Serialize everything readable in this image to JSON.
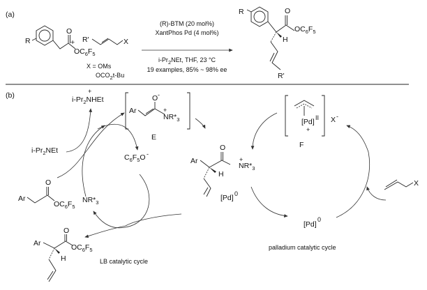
{
  "part_a": {
    "label": "(a)",
    "reactant1": {
      "substituent": "R",
      "carbonyl_o": "O",
      "ester": "OC6F5"
    },
    "plus": "+",
    "reactant2": {
      "substituent": "R'",
      "leaving_group": "X",
      "x_def": "X = OMs",
      "x_alt": "OCO2t-Bu"
    },
    "conditions": {
      "catalyst1": "(R)-BTM (20 mol%)",
      "catalyst2": "XantPhos Pd (4 mol%)",
      "base_solvent": "i-Pr2NEt, THF, 23 °C",
      "scope": "19 examples, 85% ~ 98% ee"
    },
    "product": {
      "substituent": "R",
      "carbonyl_o": "O",
      "ester": "OC6F5",
      "h": "H",
      "alkene_sub": "R'"
    }
  },
  "part_b": {
    "label": "(b)",
    "ammonium_salt": "i-Pr2NHEt",
    "ammonium_charge": "+",
    "base": "i-Pr2NEt",
    "enolate": {
      "ar": "Ar",
      "o": "O",
      "o_charge": "-",
      "n": "NR*3",
      "n_charge": "+",
      "label": "E"
    },
    "phenoxide": "C6F5O",
    "phenoxide_charge": "-",
    "ester": {
      "ar": "Ar",
      "o": "O",
      "oc6f5": "OC6F5"
    },
    "lewis_base": "NR*3",
    "product": {
      "ar": "Ar",
      "o": "O",
      "oc6f5": "OC6F5",
      "h": "H"
    },
    "lb_cycle_label": "LB catalytic cycle",
    "acyl_ammonium": {
      "ar": "Ar",
      "o": "O",
      "n": "NR*3",
      "n_charge": "+",
      "h": "H",
      "pd": "[Pd]",
      "pd_ox": "0"
    },
    "pi_allyl": {
      "pd": "[Pd]",
      "pd_ox": "II",
      "charge": "+",
      "counterion": "X",
      "counterion_charge": "-",
      "label": "F"
    },
    "pd0": {
      "pd": "[Pd]",
      "pd_ox": "0"
    },
    "allyl_x": "X",
    "pd_cycle_label": "palladium catalytic cycle"
  }
}
